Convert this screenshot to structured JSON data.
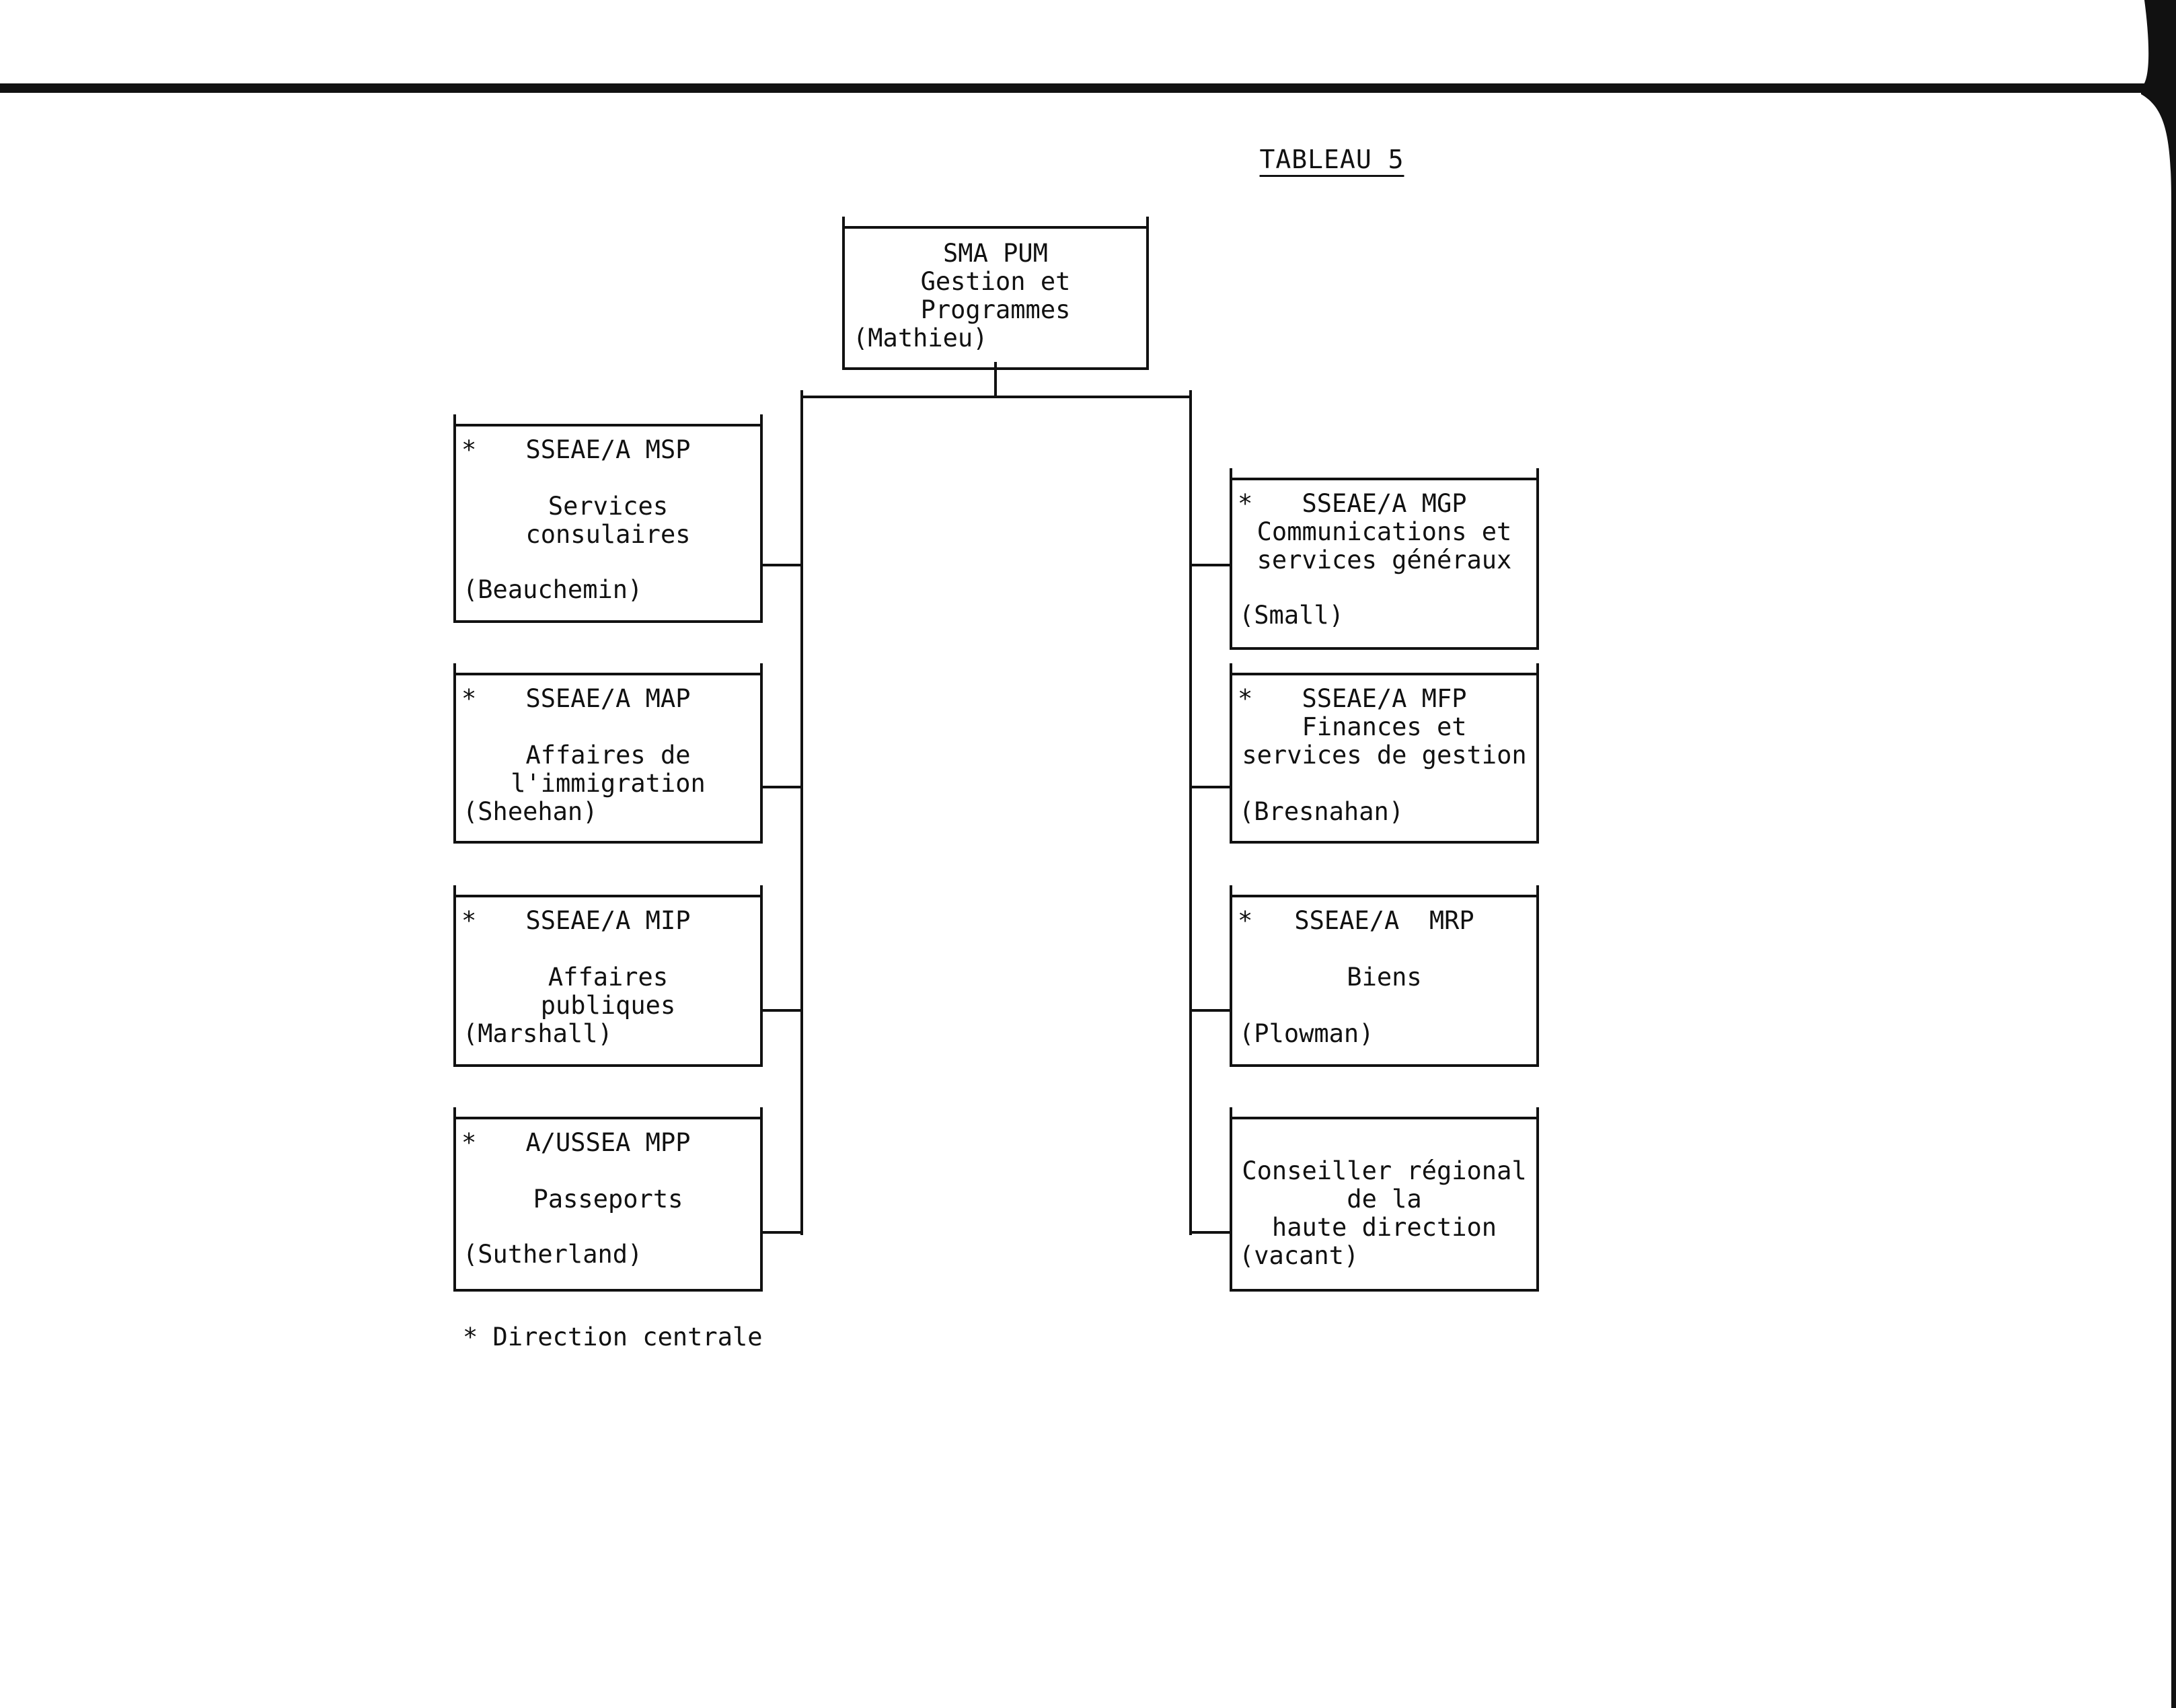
{
  "page": {
    "title": "TABLEAU 5"
  },
  "root": {
    "lines": [
      "SMA PUM",
      "Gestion et",
      "Programmes"
    ],
    "person": "(Mathieu)"
  },
  "left_boxes": [
    {
      "star": "*",
      "code": "SSEAE/A MSP",
      "lines": [
        "Services",
        "consulaires"
      ],
      "person": "(Beauchemin)"
    },
    {
      "star": "*",
      "code": "SSEAE/A MAP",
      "lines": [
        "Affaires de",
        "l'immigration"
      ],
      "person": "(Sheehan)"
    },
    {
      "star": "*",
      "code": "SSEAE/A MIP",
      "lines": [
        "Affaires",
        "publiques"
      ],
      "person": "(Marshall)"
    },
    {
      "star": "*",
      "code": "A/USSEA MPP",
      "lines": [
        "Passeports"
      ],
      "person": "(Sutherland)"
    }
  ],
  "right_boxes": [
    {
      "star": "*",
      "code": "SSEAE/A MGP",
      "lines": [
        "Communications et",
        "services généraux"
      ],
      "person": "(Small)"
    },
    {
      "star": "*",
      "code": "SSEAE/A MFP",
      "lines": [
        "Finances et",
        "services de gestion"
      ],
      "person": "(Bresnahan)"
    },
    {
      "star": "*",
      "code": "SSEAE/A  MRP",
      "lines": [
        "Biens"
      ],
      "person": "(Plowman)"
    },
    {
      "star": "",
      "code": "",
      "lines": [
        "Conseiller régional",
        "de la",
        "haute direction"
      ],
      "person": "(vacant)"
    }
  ],
  "footnote": "* Direction centrale"
}
